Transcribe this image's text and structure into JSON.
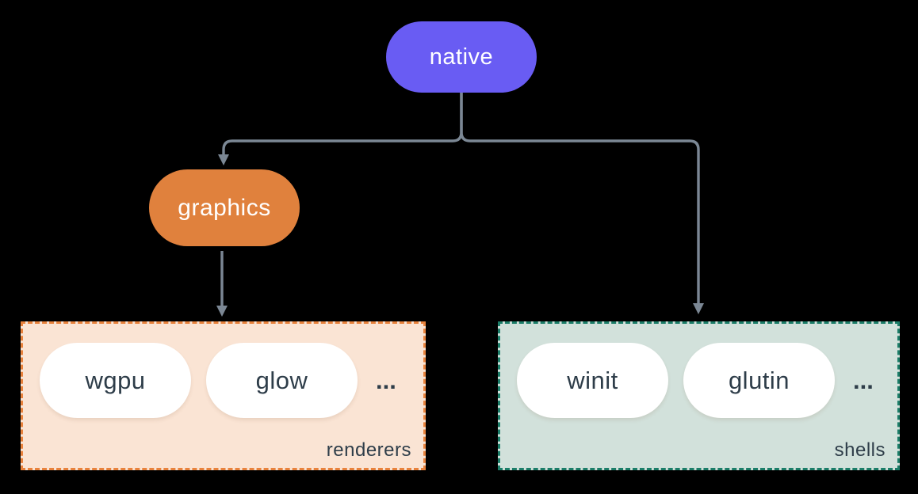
{
  "colors": {
    "background": "#000000",
    "native_fill": "#695CF3",
    "graphics_fill": "#E0813D",
    "renderers_fill": "#FAE4D4",
    "renderers_border": "#E8823C",
    "shells_fill": "#D2E1DB",
    "shells_border": "#1B7D68",
    "pill_fill": "#FFFFFF",
    "node_text": "#FFFFFF",
    "text_dark": "#2E3D49",
    "connector": "#7B8794"
  },
  "nodes": {
    "native": "native",
    "graphics": "graphics"
  },
  "groups": [
    {
      "label": "renderers",
      "items": [
        "wgpu",
        "glow"
      ],
      "ellipsis": "..."
    },
    {
      "label": "shells",
      "items": [
        "winit",
        "glutin"
      ],
      "ellipsis": "..."
    }
  ]
}
